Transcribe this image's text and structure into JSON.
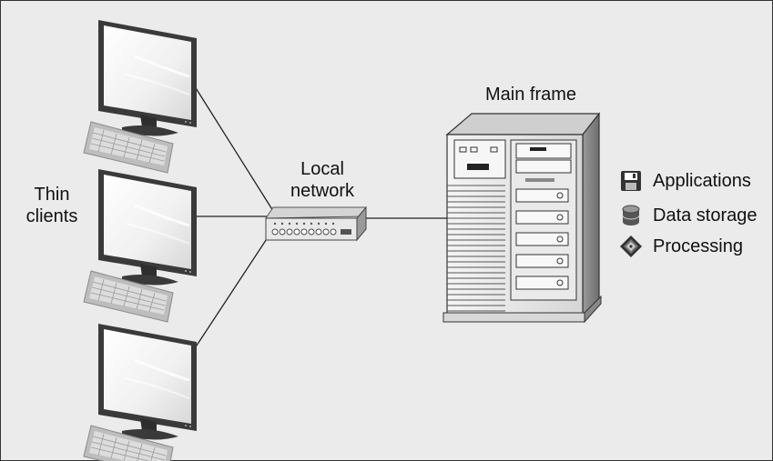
{
  "labels": {
    "thin_clients": [
      "Thin",
      "clients"
    ],
    "local_network": [
      "Local",
      "network"
    ],
    "main_frame": "Main frame"
  },
  "legend": [
    {
      "text": "Applications",
      "icon": "floppy-disk-icon"
    },
    {
      "text": "Data storage",
      "icon": "database-cylinder-icon"
    },
    {
      "text": "Processing",
      "icon": "processor-chip-icon"
    }
  ],
  "colors": {
    "background": "#ebebeb",
    "device_light": "#f2f2f2",
    "device_mid": "#c8c8c8",
    "device_dark": "#555555",
    "line": "#222222"
  }
}
